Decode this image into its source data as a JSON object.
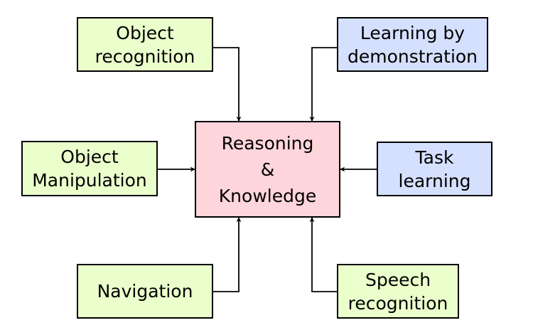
{
  "colors": {
    "perception": "#eaffcc",
    "learning": "#d5e0ff",
    "core": "#ffd5dc",
    "stroke": "#000000"
  },
  "nodes": {
    "object_recognition": {
      "line1": "Object",
      "line2": "recognition"
    },
    "learning_by_demonstration": {
      "line1": "Learning by",
      "line2": "demonstration"
    },
    "object_manipulation": {
      "line1": "Object",
      "line2": "Manipulation"
    },
    "reasoning_knowledge": {
      "line1": "Reasoning",
      "line2": "&",
      "line3": "Knowledge"
    },
    "task_learning": {
      "line1": "Task",
      "line2": "learning"
    },
    "navigation": {
      "line1": "Navigation"
    },
    "speech_recognition": {
      "line1": "Speech",
      "line2": "recognition"
    }
  },
  "edges": [
    {
      "from": "Object recognition",
      "to": "Reasoning & Knowledge"
    },
    {
      "from": "Learning by demonstration",
      "to": "Reasoning & Knowledge"
    },
    {
      "from": "Object Manipulation",
      "to": "Reasoning & Knowledge"
    },
    {
      "from": "Task learning",
      "to": "Reasoning & Knowledge"
    },
    {
      "from": "Navigation",
      "to": "Reasoning & Knowledge"
    },
    {
      "from": "Speech recognition",
      "to": "Reasoning & Knowledge"
    }
  ]
}
